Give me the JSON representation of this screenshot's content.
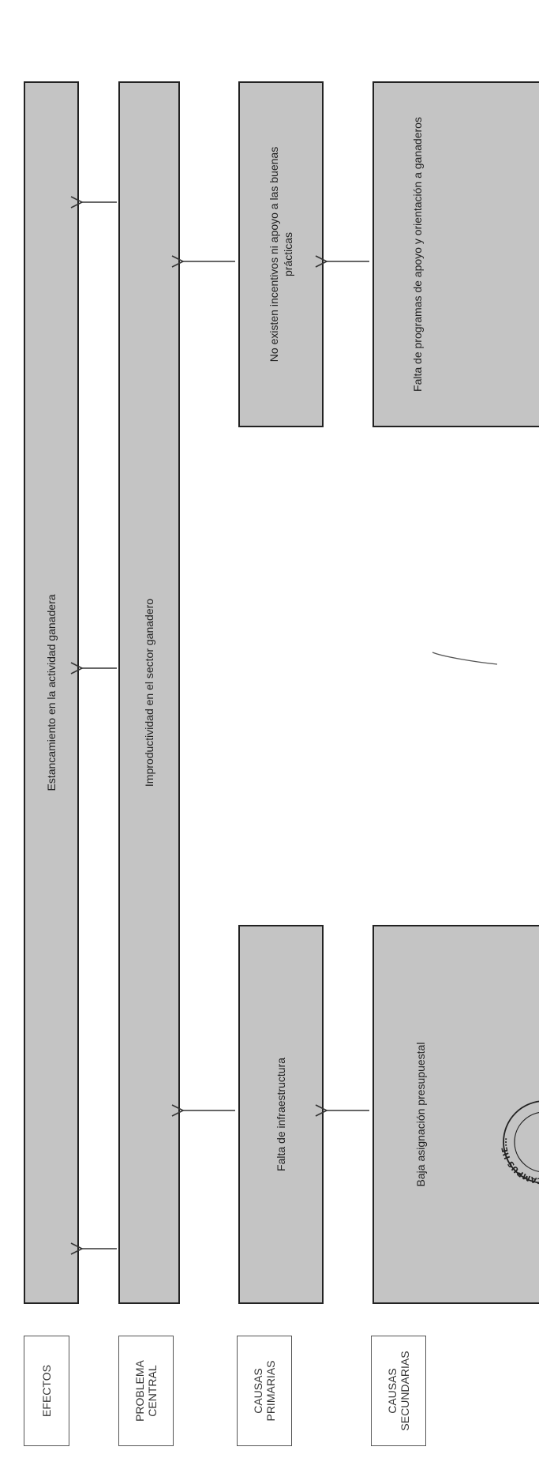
{
  "row_labels": {
    "efectos": "EFECTOS",
    "problema_central": "PROBLEMA CENTRAL",
    "causas_primarias": "CAUSAS PRIMARIAS",
    "causas_secundarias": "CAUSAS SECUNDARIAS"
  },
  "effect": "Estancamiento en la actividad ganadera",
  "central_problem": "Improductividad en el sector ganadero",
  "primary_causes": [
    "Falta de infraestructura",
    "No existen incentivos ni apoyo a las buenas prácticas"
  ],
  "secondary_causes": [
    "Baja asignación presupuestal",
    "Falta de programas de apoyo y orientación a ganaderos"
  ],
  "seal_text": "CAMPUS HE..."
}
